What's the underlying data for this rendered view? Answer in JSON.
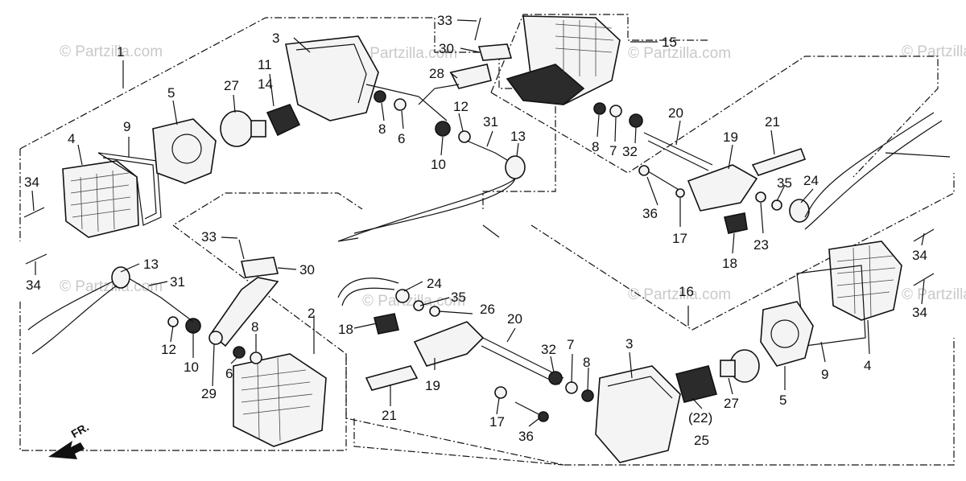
{
  "watermark": "© Partzilla.com",
  "front_arrow_label": "FR.",
  "callouts": {
    "c1": "1",
    "c2": "2",
    "c3a": "3",
    "c3b": "3",
    "c4a": "4",
    "c4b": "4",
    "c5a": "5",
    "c5b": "5",
    "c6a": "6",
    "c6b": "6",
    "c7a": "7",
    "c7b": "7",
    "c8a": "8",
    "c8b": "8",
    "c8c": "8",
    "c8d": "8",
    "c9a": "9",
    "c9b": "9",
    "c10a": "10",
    "c10b": "10",
    "c11": "11",
    "c12a": "12",
    "c12b": "12",
    "c13a": "13",
    "c13b": "13",
    "c14": "14",
    "c15": "15",
    "c16": "16",
    "c17a": "17",
    "c17b": "17",
    "c18a": "18",
    "c18b": "18",
    "c19a": "19",
    "c19b": "19",
    "c20a": "20",
    "c20b": "20",
    "c21a": "21",
    "c21b": "21",
    "c22": "(22)",
    "c23": "23",
    "c24a": "24",
    "c24b": "24",
    "c25": "25",
    "c26": "26",
    "c27a": "27",
    "c27b": "27",
    "c28": "28",
    "c29": "29",
    "c30a": "30",
    "c30b": "30",
    "c31a": "31",
    "c31b": "31",
    "c32a": "32",
    "c32b": "32",
    "c33a": "33",
    "c33b": "33",
    "c34a": "34",
    "c34b": "34",
    "c34c": "34",
    "c34d": "34",
    "c35a": "35",
    "c35b": "35",
    "c36a": "36",
    "c36b": "36"
  }
}
